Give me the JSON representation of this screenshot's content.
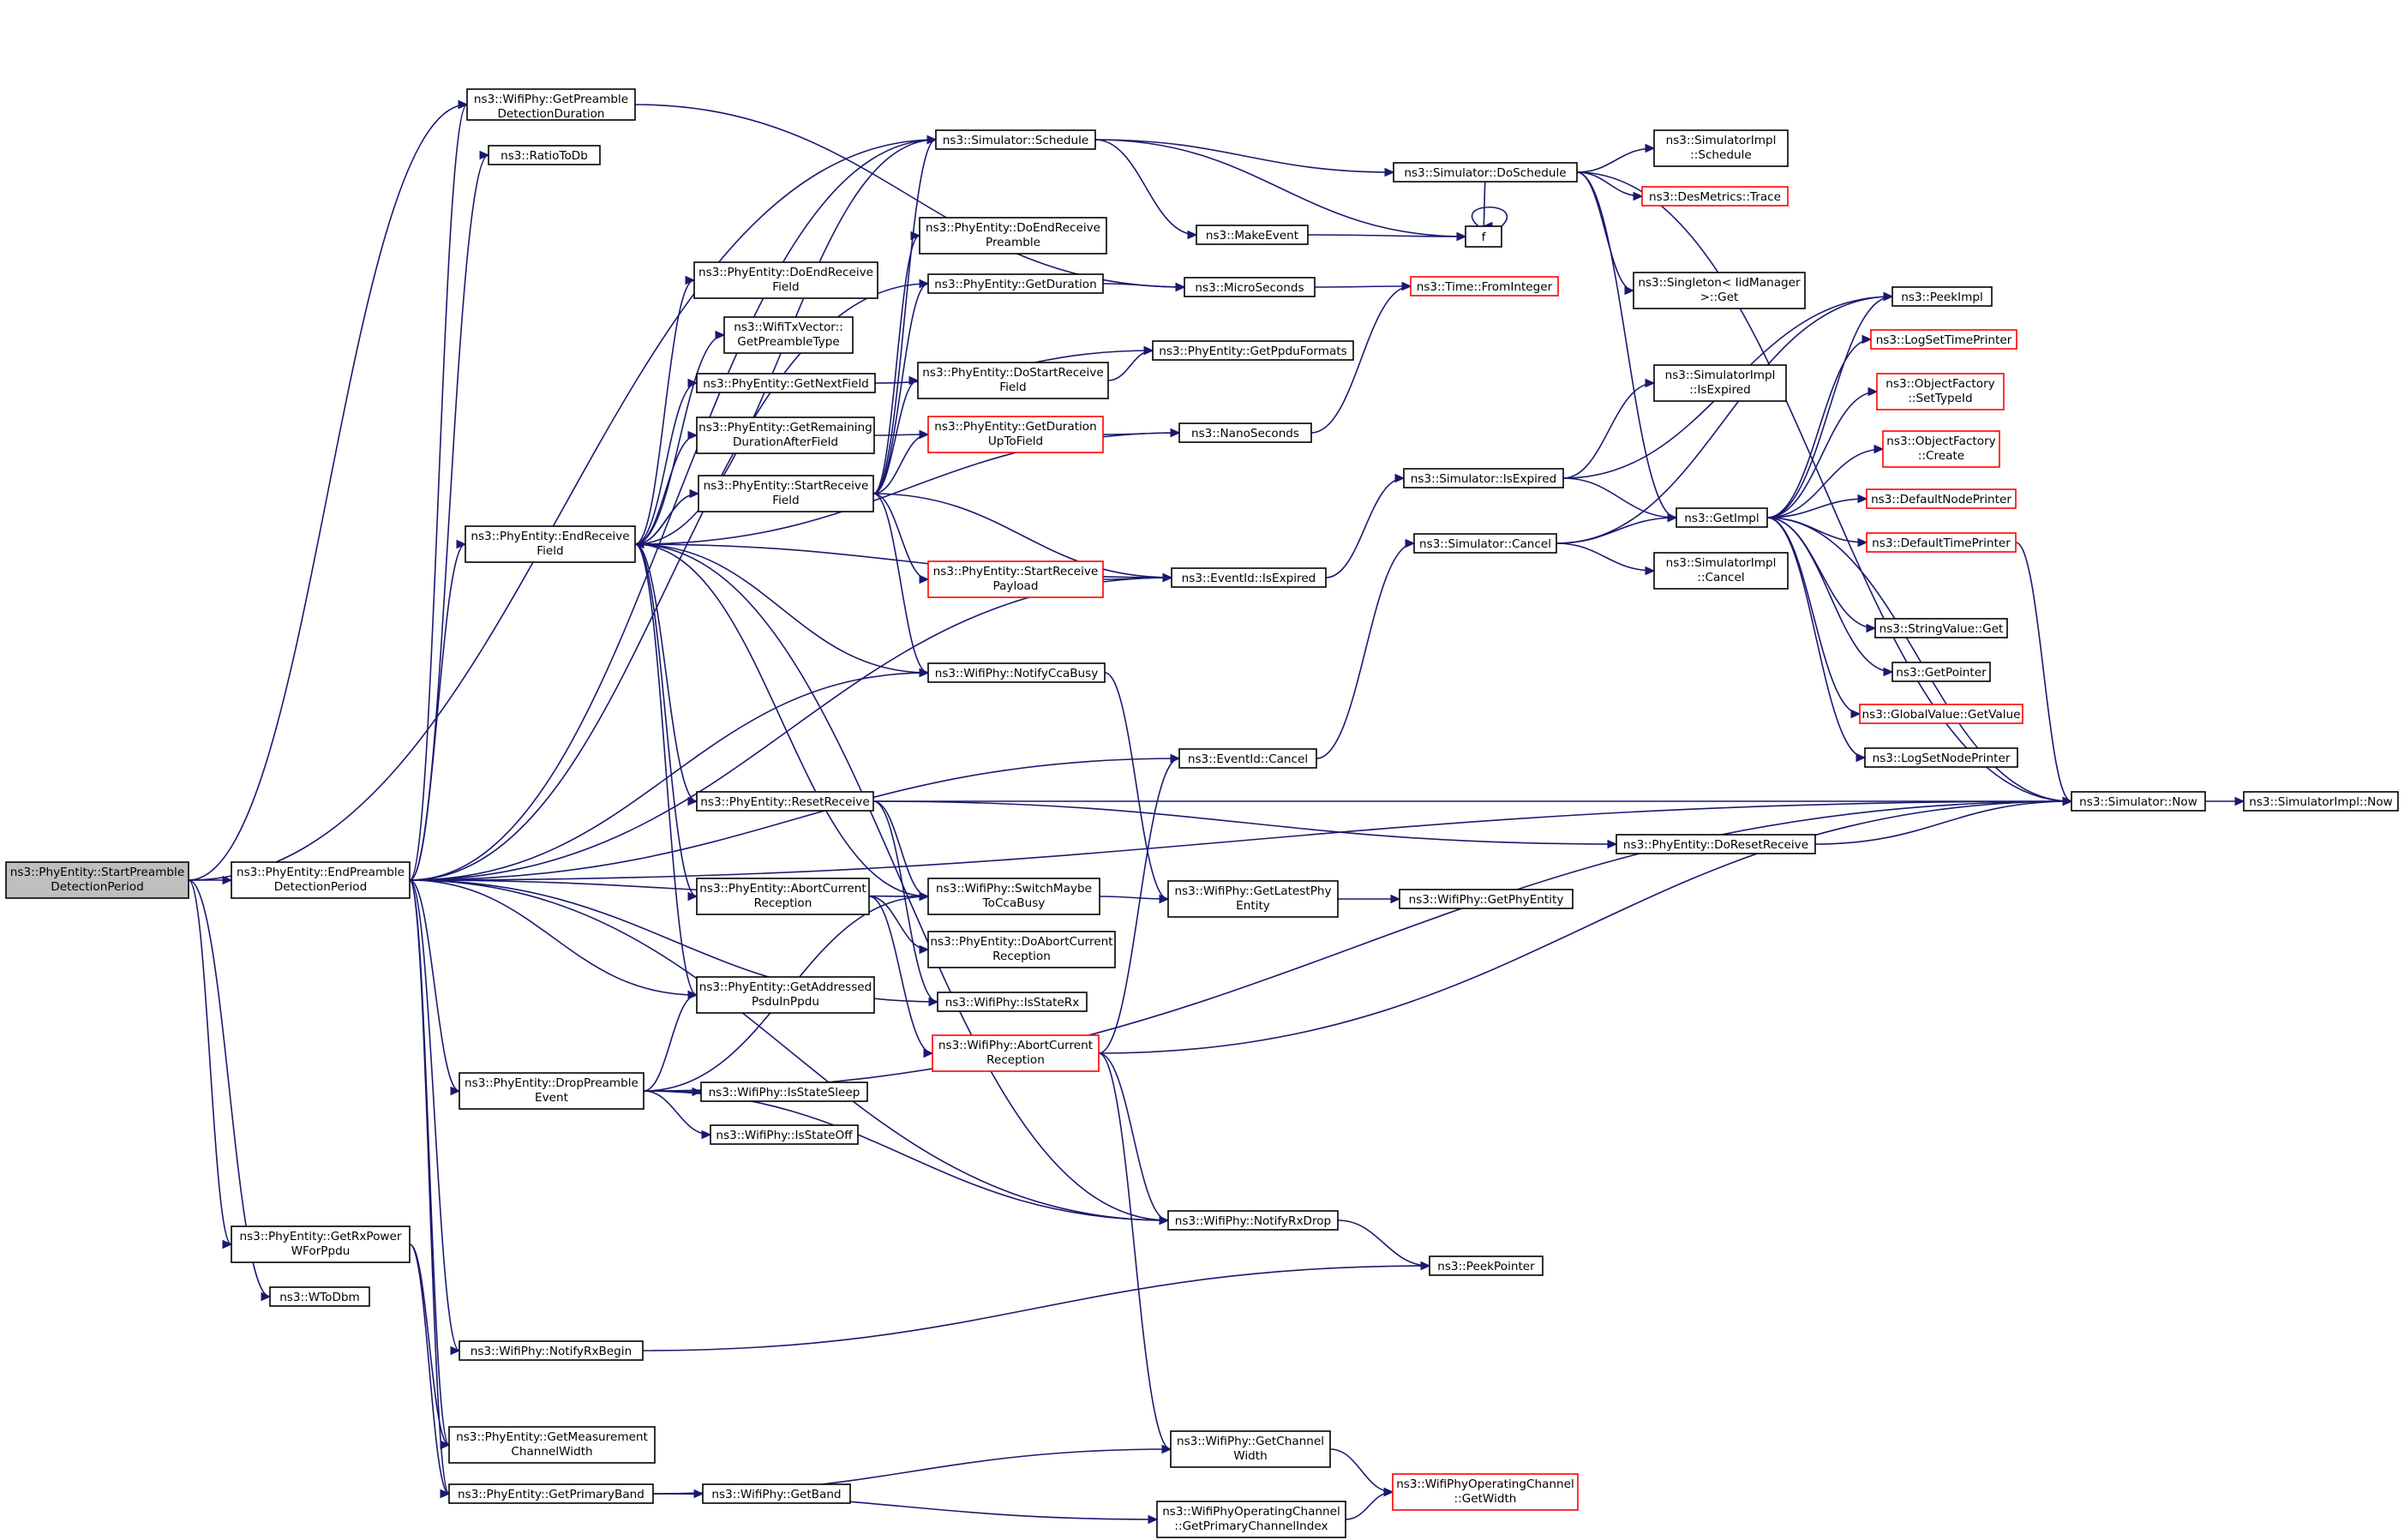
{
  "nodes": [
    {
      "id": "start",
      "lines": [
        "ns3::PhyEntity::StartPreamble",
        "DetectionPeriod"
      ],
      "style": "root"
    },
    {
      "id": "end",
      "lines": [
        "ns3::PhyEntity::EndPreamble",
        "DetectionPeriod"
      ],
      "style": "black"
    },
    {
      "id": "getpreamble",
      "lines": [
        "ns3::WifiPhy::GetPreamble",
        "DetectionDuration"
      ],
      "style": "black"
    },
    {
      "id": "ratiotodb",
      "lines": [
        "ns3::RatioToDb"
      ],
      "style": "black"
    },
    {
      "id": "schedule",
      "lines": [
        "ns3::Simulator::Schedule"
      ],
      "style": "black"
    },
    {
      "id": "doschedule",
      "lines": [
        "ns3::Simulator::DoSchedule"
      ],
      "style": "black"
    },
    {
      "id": "simimpl_schedule",
      "lines": [
        "ns3::SimulatorImpl",
        "::Schedule"
      ],
      "style": "black"
    },
    {
      "id": "desmetrics",
      "lines": [
        "ns3::DesMetrics::Trace"
      ],
      "style": "red"
    },
    {
      "id": "makeevent",
      "lines": [
        "ns3::MakeEvent"
      ],
      "style": "black"
    },
    {
      "id": "f",
      "lines": [
        "f"
      ],
      "style": "black"
    },
    {
      "id": "doendreceivepreamble",
      "lines": [
        "ns3::PhyEntity::DoEndReceive",
        "Preamble"
      ],
      "style": "black"
    },
    {
      "id": "doendreceivefield",
      "lines": [
        "ns3::PhyEntity::DoEndReceive",
        "Field"
      ],
      "style": "black"
    },
    {
      "id": "getduration",
      "lines": [
        "ns3::PhyEntity::GetDuration"
      ],
      "style": "black"
    },
    {
      "id": "microseconds",
      "lines": [
        "ns3::MicroSeconds"
      ],
      "style": "black"
    },
    {
      "id": "fromint",
      "lines": [
        "ns3::Time::FromInteger"
      ],
      "style": "red"
    },
    {
      "id": "singleton",
      "lines": [
        "ns3::Singleton< IidManager",
        ">::Get"
      ],
      "style": "black"
    },
    {
      "id": "txvector",
      "lines": [
        "ns3::WifiTxVector::",
        "GetPreambleType"
      ],
      "style": "black"
    },
    {
      "id": "getppduformats",
      "lines": [
        "ns3::PhyEntity::GetPpduFormats"
      ],
      "style": "black"
    },
    {
      "id": "getnextfield",
      "lines": [
        "ns3::PhyEntity::GetNextField"
      ],
      "style": "black"
    },
    {
      "id": "dostartreceivefield",
      "lines": [
        "ns3::PhyEntity::DoStartReceive",
        "Field"
      ],
      "style": "black"
    },
    {
      "id": "getremaining",
      "lines": [
        "ns3::PhyEntity::GetRemaining",
        "DurationAfterField"
      ],
      "style": "black"
    },
    {
      "id": "getdurationupto",
      "lines": [
        "ns3::PhyEntity::GetDuration",
        "UpToField"
      ],
      "style": "red"
    },
    {
      "id": "nanoseconds",
      "lines": [
        "ns3::NanoSeconds"
      ],
      "style": "black"
    },
    {
      "id": "simimpl_isexpired",
      "lines": [
        "ns3::SimulatorImpl",
        "::IsExpired"
      ],
      "style": "black"
    },
    {
      "id": "startreceivefield",
      "lines": [
        "ns3::PhyEntity::StartReceive",
        "Field"
      ],
      "style": "black"
    },
    {
      "id": "endreceivefield",
      "lines": [
        "ns3::PhyEntity::EndReceive",
        "Field"
      ],
      "style": "black"
    },
    {
      "id": "sim_isexpired",
      "lines": [
        "ns3::Simulator::IsExpired"
      ],
      "style": "black"
    },
    {
      "id": "sim_cancel",
      "lines": [
        "ns3::Simulator::Cancel"
      ],
      "style": "black"
    },
    {
      "id": "getimpl",
      "lines": [
        "ns3::GetImpl"
      ],
      "style": "black"
    },
    {
      "id": "simimpl_cancel",
      "lines": [
        "ns3::SimulatorImpl",
        "::Cancel"
      ],
      "style": "black"
    },
    {
      "id": "peekimpl",
      "lines": [
        "ns3::PeekImpl"
      ],
      "style": "black"
    },
    {
      "id": "logsettime",
      "lines": [
        "ns3::LogSetTimePrinter"
      ],
      "style": "red"
    },
    {
      "id": "objfactory_settype",
      "lines": [
        "ns3::ObjectFactory",
        "::SetTypeId"
      ],
      "style": "red"
    },
    {
      "id": "objfactory_create",
      "lines": [
        "ns3::ObjectFactory",
        "::Create"
      ],
      "style": "red"
    },
    {
      "id": "defaultnodeprinter",
      "lines": [
        "ns3::DefaultNodePrinter"
      ],
      "style": "red"
    },
    {
      "id": "defaulttimeprinter",
      "lines": [
        "ns3::DefaultTimePrinter"
      ],
      "style": "red"
    },
    {
      "id": "stringvalue",
      "lines": [
        "ns3::StringValue::Get"
      ],
      "style": "black"
    },
    {
      "id": "getpointer",
      "lines": [
        "ns3::GetPointer"
      ],
      "style": "black"
    },
    {
      "id": "globalvalue",
      "lines": [
        "ns3::GlobalValue::GetValue"
      ],
      "style": "red"
    },
    {
      "id": "logsetnode",
      "lines": [
        "ns3::LogSetNodePrinter"
      ],
      "style": "black"
    },
    {
      "id": "startreceivepayload",
      "lines": [
        "ns3::PhyEntity::StartReceive",
        "Payload"
      ],
      "style": "red"
    },
    {
      "id": "eventid_isexpired",
      "lines": [
        "ns3::EventId::IsExpired"
      ],
      "style": "black"
    },
    {
      "id": "notifyccabusy",
      "lines": [
        "ns3::WifiPhy::NotifyCcaBusy"
      ],
      "style": "black"
    },
    {
      "id": "eventid_cancel",
      "lines": [
        "ns3::EventId::Cancel"
      ],
      "style": "black"
    },
    {
      "id": "resetreceive",
      "lines": [
        "ns3::PhyEntity::ResetReceive"
      ],
      "style": "black"
    },
    {
      "id": "sim_now",
      "lines": [
        "ns3::Simulator::Now"
      ],
      "style": "black"
    },
    {
      "id": "simimpl_now",
      "lines": [
        "ns3::SimulatorImpl::Now"
      ],
      "style": "black"
    },
    {
      "id": "doresetreceive",
      "lines": [
        "ns3::PhyEntity::DoResetReceive"
      ],
      "style": "black"
    },
    {
      "id": "abortcurrent_pe",
      "lines": [
        "ns3::PhyEntity::AbortCurrent",
        "Reception"
      ],
      "style": "black"
    },
    {
      "id": "switchmaybe",
      "lines": [
        "ns3::WifiPhy::SwitchMaybe",
        "ToCcaBusy"
      ],
      "style": "black"
    },
    {
      "id": "getlatestphy",
      "lines": [
        "ns3::WifiPhy::GetLatestPhy",
        "Entity"
      ],
      "style": "black"
    },
    {
      "id": "getphyentity",
      "lines": [
        "ns3::WifiPhy::GetPhyEntity"
      ],
      "style": "black"
    },
    {
      "id": "doabortcurrent",
      "lines": [
        "ns3::PhyEntity::DoAbortCurrent",
        "Reception"
      ],
      "style": "black"
    },
    {
      "id": "getaddressed",
      "lines": [
        "ns3::PhyEntity::GetAddressed",
        "PsduInPpdu"
      ],
      "style": "black"
    },
    {
      "id": "isstaterx",
      "lines": [
        "ns3::WifiPhy::IsStateRx"
      ],
      "style": "black"
    },
    {
      "id": "abortcurrent_wp",
      "lines": [
        "ns3::WifiPhy::AbortCurrent",
        "Reception"
      ],
      "style": "red"
    },
    {
      "id": "droppreamble",
      "lines": [
        "ns3::PhyEntity::DropPreamble",
        "Event"
      ],
      "style": "black"
    },
    {
      "id": "isstatesleep",
      "lines": [
        "ns3::WifiPhy::IsStateSleep"
      ],
      "style": "black"
    },
    {
      "id": "isstateoff",
      "lines": [
        "ns3::WifiPhy::IsStateOff"
      ],
      "style": "black"
    },
    {
      "id": "getrxpower",
      "lines": [
        "ns3::PhyEntity::GetRxPower",
        "WForPpdu"
      ],
      "style": "black"
    },
    {
      "id": "notifyrxdrop",
      "lines": [
        "ns3::WifiPhy::NotifyRxDrop"
      ],
      "style": "black"
    },
    {
      "id": "peekpointer",
      "lines": [
        "ns3::PeekPointer"
      ],
      "style": "black"
    },
    {
      "id": "wtodbm",
      "lines": [
        "ns3::WToDbm"
      ],
      "style": "black"
    },
    {
      "id": "notifyrxbegin",
      "lines": [
        "ns3::WifiPhy::NotifyRxBegin"
      ],
      "style": "black"
    },
    {
      "id": "getmeasurement",
      "lines": [
        "ns3::PhyEntity::GetMeasurement",
        "ChannelWidth"
      ],
      "style": "black"
    },
    {
      "id": "getchannelwidth",
      "lines": [
        "ns3::WifiPhy::GetChannel",
        "Width"
      ],
      "style": "black"
    },
    {
      "id": "getprimaryband",
      "lines": [
        "ns3::PhyEntity::GetPrimaryBand"
      ],
      "style": "black"
    },
    {
      "id": "getband",
      "lines": [
        "ns3::WifiPhy::GetBand"
      ],
      "style": "black"
    },
    {
      "id": "opchan_getwidth",
      "lines": [
        "ns3::WifiPhyOperatingChannel",
        "::GetWidth"
      ],
      "style": "red"
    },
    {
      "id": "opchan_primaryidx",
      "lines": [
        "ns3::WifiPhyOperatingChannel",
        "::GetPrimaryChannelIndex"
      ],
      "style": "black"
    }
  ],
  "edges": [
    [
      "start",
      "end"
    ],
    [
      "start",
      "getpreamble"
    ],
    [
      "start",
      "schedule"
    ],
    [
      "start",
      "getrxpower"
    ],
    [
      "start",
      "wtodbm"
    ],
    [
      "end",
      "getpreamble"
    ],
    [
      "end",
      "ratiotodb"
    ],
    [
      "end",
      "schedule"
    ],
    [
      "end",
      "endreceivefield"
    ],
    [
      "end",
      "getduration"
    ],
    [
      "end",
      "eventid_isexpired"
    ],
    [
      "end",
      "notifyccabusy"
    ],
    [
      "end",
      "eventid_cancel"
    ],
    [
      "end",
      "switchmaybe"
    ],
    [
      "end",
      "getaddressed"
    ],
    [
      "end",
      "isstaterx"
    ],
    [
      "end",
      "droppreamble"
    ],
    [
      "end",
      "notifyrxdrop"
    ],
    [
      "end",
      "notifyrxbegin"
    ],
    [
      "end",
      "getmeasurement"
    ],
    [
      "end",
      "getprimaryband"
    ],
    [
      "end",
      "sim_now"
    ],
    [
      "getpreamble",
      "microseconds"
    ],
    [
      "schedule",
      "doschedule"
    ],
    [
      "schedule",
      "makeevent"
    ],
    [
      "schedule",
      "f"
    ],
    [
      "doschedule",
      "simimpl_schedule"
    ],
    [
      "doschedule",
      "desmetrics"
    ],
    [
      "doschedule",
      "f"
    ],
    [
      "doschedule",
      "singleton"
    ],
    [
      "doschedule",
      "getimpl"
    ],
    [
      "doschedule",
      "sim_now"
    ],
    [
      "makeevent",
      "f"
    ],
    [
      "f",
      "f"
    ],
    [
      "getduration",
      "microseconds"
    ],
    [
      "microseconds",
      "fromint"
    ],
    [
      "nanoseconds",
      "fromint"
    ],
    [
      "getnextfield",
      "getppduformats"
    ],
    [
      "dostartreceivefield",
      "getppduformats"
    ],
    [
      "getremaining",
      "getdurationupto"
    ],
    [
      "getdurationupto",
      "nanoseconds"
    ],
    [
      "startreceivefield",
      "endreceivefield"
    ],
    [
      "startreceivefield",
      "schedule"
    ],
    [
      "startreceivefield",
      "getduration"
    ],
    [
      "startreceivefield",
      "doendreceivepreamble"
    ],
    [
      "startreceivefield",
      "dostartreceivefield"
    ],
    [
      "startreceivefield",
      "getdurationupto"
    ],
    [
      "startreceivefield",
      "startreceivepayload"
    ],
    [
      "startreceivefield",
      "eventid_isexpired"
    ],
    [
      "startreceivefield",
      "notifyccabusy"
    ],
    [
      "endreceivefield",
      "schedule"
    ],
    [
      "endreceivefield",
      "doendreceivefield"
    ],
    [
      "endreceivefield",
      "txvector"
    ],
    [
      "endreceivefield",
      "getnextfield"
    ],
    [
      "endreceivefield",
      "getremaining"
    ],
    [
      "endreceivefield",
      "startreceivefield"
    ],
    [
      "endreceivefield",
      "nanoseconds"
    ],
    [
      "endreceivefield",
      "eventid_isexpired"
    ],
    [
      "endreceivefield",
      "notifyccabusy"
    ],
    [
      "endreceivefield",
      "resetreceive"
    ],
    [
      "endreceivefield",
      "abortcurrent_pe"
    ],
    [
      "endreceivefield",
      "switchmaybe"
    ],
    [
      "endreceivefield",
      "getaddressed"
    ],
    [
      "endreceivefield",
      "notifyrxdrop"
    ],
    [
      "startreceivepayload",
      "eventid_isexpired"
    ],
    [
      "eventid_isexpired",
      "sim_isexpired"
    ],
    [
      "sim_isexpired",
      "simimpl_isexpired"
    ],
    [
      "sim_isexpired",
      "getimpl"
    ],
    [
      "sim_isexpired",
      "peekimpl"
    ],
    [
      "sim_cancel",
      "getimpl"
    ],
    [
      "sim_cancel",
      "simimpl_cancel"
    ],
    [
      "sim_cancel",
      "peekimpl"
    ],
    [
      "getimpl",
      "peekimpl"
    ],
    [
      "getimpl",
      "logsettime"
    ],
    [
      "getimpl",
      "objfactory_settype"
    ],
    [
      "getimpl",
      "objfactory_create"
    ],
    [
      "getimpl",
      "defaultnodeprinter"
    ],
    [
      "getimpl",
      "defaulttimeprinter"
    ],
    [
      "getimpl",
      "stringvalue"
    ],
    [
      "getimpl",
      "getpointer"
    ],
    [
      "getimpl",
      "globalvalue"
    ],
    [
      "getimpl",
      "logsetnode"
    ],
    [
      "getimpl",
      "sim_now"
    ],
    [
      "defaulttimeprinter",
      "sim_now"
    ],
    [
      "notifyccabusy",
      "getlatestphy"
    ],
    [
      "eventid_cancel",
      "sim_cancel"
    ],
    [
      "resetreceive",
      "sim_now"
    ],
    [
      "resetreceive",
      "doresetreceive"
    ],
    [
      "resetreceive",
      "switchmaybe"
    ],
    [
      "resetreceive",
      "isstaterx"
    ],
    [
      "doresetreceive",
      "sim_now"
    ],
    [
      "sim_now",
      "simimpl_now"
    ],
    [
      "abortcurrent_pe",
      "doabortcurrent"
    ],
    [
      "abortcurrent_pe",
      "abortcurrent_wp"
    ],
    [
      "switchmaybe",
      "getlatestphy"
    ],
    [
      "getlatestphy",
      "getphyentity"
    ],
    [
      "abortcurrent_wp",
      "eventid_cancel"
    ],
    [
      "abortcurrent_wp",
      "sim_now"
    ],
    [
      "abortcurrent_wp",
      "notifyrxdrop"
    ],
    [
      "abortcurrent_wp",
      "getchannelwidth"
    ],
    [
      "droppreamble",
      "getaddressed"
    ],
    [
      "droppreamble",
      "switchmaybe"
    ],
    [
      "droppreamble",
      "isstatesleep"
    ],
    [
      "droppreamble",
      "isstateoff"
    ],
    [
      "droppreamble",
      "notifyrxdrop"
    ],
    [
      "droppreamble",
      "sim_now"
    ],
    [
      "getrxpower",
      "getmeasurement"
    ],
    [
      "getrxpower",
      "getprimaryband"
    ],
    [
      "notifyrxdrop",
      "peekpointer"
    ],
    [
      "notifyrxbegin",
      "peekpointer"
    ],
    [
      "getprimaryband",
      "getchannelwidth"
    ],
    [
      "getprimaryband",
      "getband"
    ],
    [
      "getprimaryband",
      "opchan_primaryidx"
    ],
    [
      "getchannelwidth",
      "opchan_getwidth"
    ],
    [
      "opchan_primaryidx",
      "opchan_getwidth"
    ]
  ],
  "colors": {
    "edge": "#191970",
    "node_border": "#000000",
    "node_border_red": "#ff0000",
    "root_fill": "#bfbfbf"
  }
}
